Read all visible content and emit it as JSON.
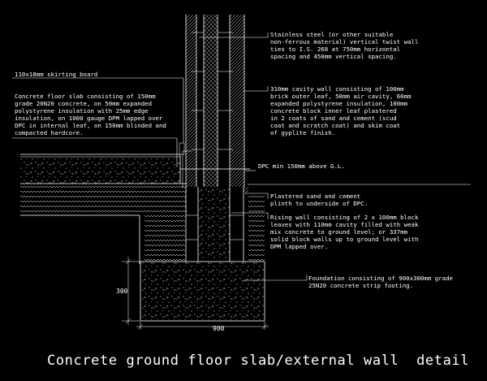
{
  "drawing_title": "Concrete ground floor slab/external wall  detail",
  "annotations": {
    "wall_ties": [
      "Stainless steel (or other suitable",
      "non-ferrous material) vertical twist wall",
      "ties to I.S. 268 at 750mm horizontal",
      "spacing and 450mm vertical spacing."
    ],
    "skirting": [
      "110x18mm skirting board"
    ],
    "cavity_wall": [
      "310mm cavity wall consisting of 100mm",
      "brick outer leaf, 50mm air cavity, 60mm",
      "expanded polystyrene insulation, 100mm",
      "concrete block inner leaf plastered",
      "in 2 coats of sand and cement (scud",
      "coat and scratch coat) and skim coat",
      "of gyplite finish."
    ],
    "floor_slab": [
      "Concrete floor slab consisting of 150mm",
      "grade 20N20 concrete, on 50mm expanded",
      "polystyrene insulation with 25mm edge",
      "insulation, on 1000 gauge DPM lapped over",
      "DPC in internal leaf, on 150mm blinded and",
      "compacted hardcore."
    ],
    "dpc": [
      "DPC min 150mm above G.L."
    ],
    "plinth": [
      "Plastered sand and cement",
      "plinth to underside of DPC."
    ],
    "rising_wall": [
      "Rising wall consisting of 2 x 100mm block",
      "leaves with 110mm cavity filled with weak",
      "mix concrete to ground level; or 337mm",
      "solid block walls up to ground level with",
      "DPM lapped over."
    ],
    "foundation": [
      "Foundation consisting of 900x300mm grade",
      "25N20 concrete strip footing."
    ]
  },
  "dimensions": {
    "foundation_height": "300",
    "foundation_width": "900"
  },
  "colors": {
    "background": "#000000",
    "linework": "#ffffff"
  }
}
